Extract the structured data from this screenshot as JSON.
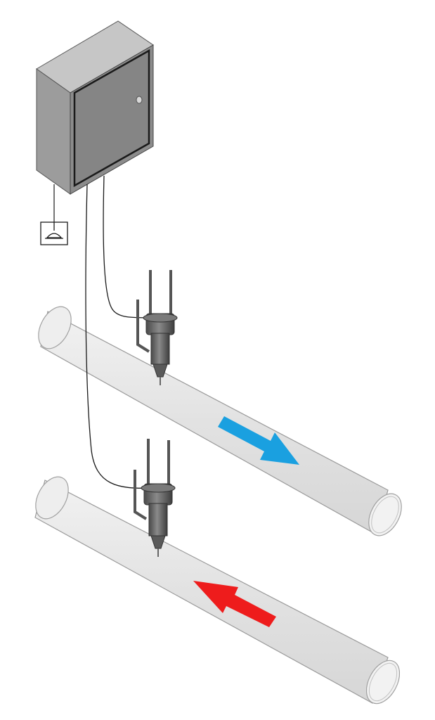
{
  "diagram": {
    "elements": [
      "control-cabinet",
      "ground-symbol",
      "upper-pipe",
      "lower-pipe",
      "upper-sensor",
      "lower-sensor",
      "upper-cable",
      "lower-cable"
    ],
    "flow": {
      "upper_pipe": {
        "direction": "down-right",
        "color": "#1aa0e0"
      },
      "lower_pipe": {
        "direction": "up-left",
        "color": "#ee1c1c"
      }
    },
    "colors": {
      "cabinet_front": "#8a8a8a",
      "cabinet_side": "#a8a8a8",
      "cabinet_top": "#c4c4c4",
      "pipe_fill": "#e8e8e8",
      "pipe_stroke": "#9a9a9a",
      "sensor": "#6e6e6e",
      "cable": "#1a1a1a"
    }
  }
}
